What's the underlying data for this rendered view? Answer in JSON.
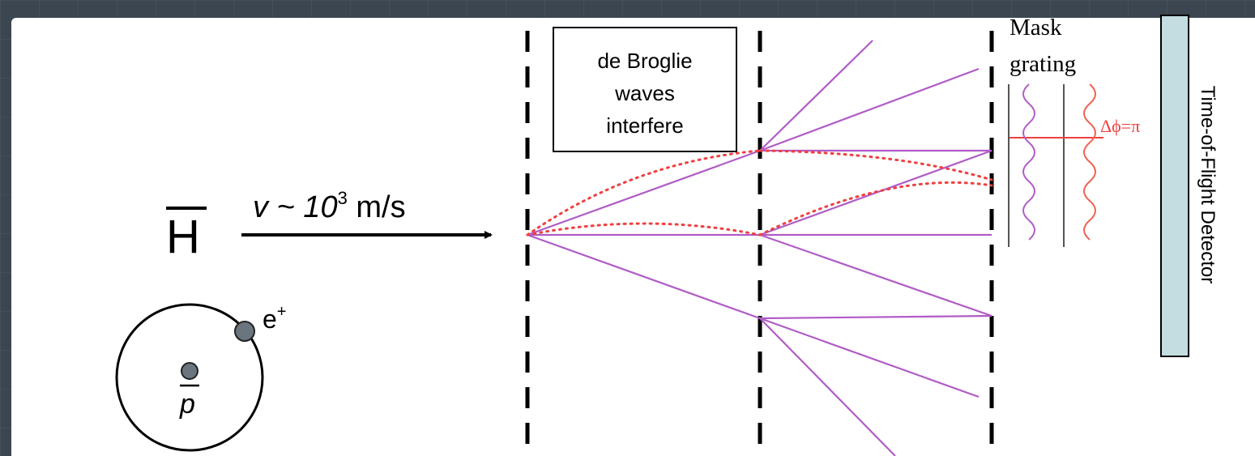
{
  "labels": {
    "antihydrogen_symbol": "H",
    "velocity": "v ~ 10",
    "velocity_exponent": "3",
    "velocity_unit": " m/s",
    "positron": "e",
    "positron_sign": "+",
    "antiproton": "p",
    "box_line1": "de Broglie",
    "box_line2": "waves",
    "box_line3": "interfere",
    "mask_line1": "Mask",
    "mask_line2": "grating",
    "phase": "Δϕ=π",
    "detector": "Time-of-Flight Detector"
  },
  "colors": {
    "background": "#3b4650",
    "panel": "#ffffff",
    "beam": "#b05cc6",
    "interference": "#f04040",
    "phase_wave": "#f06050",
    "detector_fill": "#c3dde0",
    "atom_dot": "#6b7580"
  }
}
